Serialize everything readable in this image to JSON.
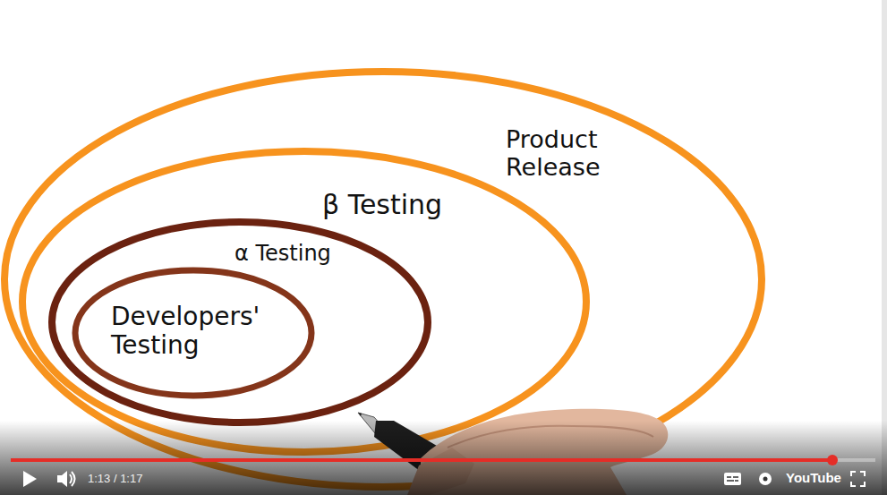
{
  "diagram": {
    "nodes": [
      {
        "text": [
          "Product Release"
        ]
      },
      {
        "text": [
          "β Testing"
        ],
        "in": 0
      },
      {
        "text": [
          "α Testing"
        ],
        "in": 1
      },
      {
        "text": [
          "Developers' Testing"
        ],
        "in": 2
      }
    ],
    "labels": [
      "1:13 / 1:17",
      "YouTube"
    ]
  }
}
